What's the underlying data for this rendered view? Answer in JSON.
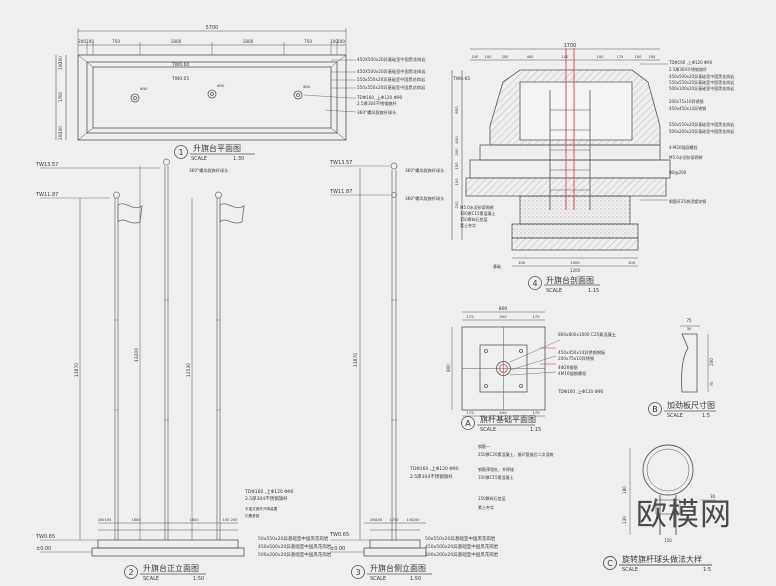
{
  "watermark": "欧模网",
  "colors": {
    "paper": "#efefef",
    "line": "#565656",
    "pole": "#7a7a7a",
    "accent": "#e05050",
    "hatch": "#9a9a9a"
  },
  "plan": {
    "title": "升旗台平面图",
    "num": "1",
    "scale_label": "SCALE",
    "scale": "1:30",
    "dims_top_outer": "5700",
    "dims_top_inner": [
      "200",
      "100",
      "750",
      "1800",
      "1800",
      "750",
      "100",
      "200"
    ],
    "dims_left": [
      "200",
      "100",
      "1700",
      "100",
      "200"
    ],
    "levels": [
      "TW0.60",
      "TW0.65"
    ],
    "circle_labels": [
      "Φ50",
      "Φ50",
      "Φ50"
    ],
    "notes": [
      "450X500x20异基础室中国黑花岗岩",
      "450X500x20异基础室中国黑花岗岩",
      "550x550x20异基础室中国黑花岗岩",
      "550x550x20异基础室中国黑花岗岩",
      "TDΦ160 ,上Φ120 Φ90",
      "2.5厚304不锈钢旗杆",
      "360°螺风叙旗杆球头"
    ]
  },
  "section": {
    "title": "升旗台剖面图",
    "num": "4",
    "scale_label": "SCALE",
    "scale": "1:15",
    "dims_top": "1700",
    "dims_top_sub": [
      "100",
      "100",
      "200",
      "400",
      "100",
      "100",
      "175",
      "100",
      "100"
    ],
    "left_dims": [
      "650",
      "400",
      "200",
      "150",
      "100",
      "200"
    ],
    "level": "TW0.65",
    "bottom_dims": [
      "100",
      "1000",
      "100"
    ],
    "bottom_total": "1200",
    "callouts_right": [
      "TDΦ160 ,上Φ120 Φ90",
      "2.5厚304不锈钢旗杆",
      "450x500x20异基础室中国黑花岗岩",
      "550x550x20异基础室中国黑花岗岩",
      "500x100x20异基础室中国黑花岗岩",
      "200x75x10异锈钢",
      "450x450x14异锈钢",
      "550x550x20异基础室中国黑花岗岩",
      "500x200x20异基础室中国黑花岗岩",
      "4-M20锚固螺栓",
      "M5.0水泥砂浆砌砖",
      "Φ8@200",
      "钢筋杆25热浸镀锌钢"
    ],
    "callouts_left": [
      "M5.0水泥砂浆砌砖",
      "100厚C15素混凝土",
      "150厚碎石垫层",
      "素土夯实"
    ],
    "foot_label": "基础"
  },
  "foundation": {
    "title": "旗杆基础平面图",
    "num": "A",
    "scale_label": "SCALE",
    "scale": "1:15",
    "dims_top": "800",
    "dims_top_sub": [
      "175",
      "450",
      "175"
    ],
    "dim_left": "800",
    "dims_bottom": [
      "175",
      "450",
      "175"
    ],
    "notes": [
      "800x800x1000 C25素混凝土",
      "450x450x14异锈钢钢板",
      "200x75x10异锈钢",
      "4Φ26钢筋",
      "4M16锚钢螺栓",
      "TDΦ160 ,上Φ120 Φ90"
    ]
  },
  "stiffener": {
    "title": "加劲板尺寸图",
    "num": "B",
    "scale_label": "SCALE",
    "scale": "1:5",
    "dims": [
      "75",
      "35",
      "200",
      "75"
    ]
  },
  "elevation": {
    "title": "升旗台正立面图",
    "num": "2",
    "scale_label": "SCALE",
    "scale": "1:50",
    "levels": [
      "TW13.57",
      "TW11.87",
      "TW0.65",
      "±0.00"
    ],
    "heights": [
      "11870",
      "13200",
      "12530"
    ],
    "callouts": [
      "360°螺风叙旗杆球头",
      "TDΦ160 ,上Φ120 Φ90",
      "2.5厚304不锈钢旗杆",
      "手摇式旗杆升降装置",
      "内置紧固",
      "50x550x20异基础室中国黑花岗岩",
      "450x500x20异基础室中国黑花岗岩",
      "500x200x20异基础室中国黑花岗岩"
    ],
    "bottom_dims": [
      "200",
      "100",
      "1800",
      "1800",
      "100",
      "200"
    ]
  },
  "side": {
    "title": "升旗台侧立面图",
    "num": "3",
    "scale_label": "SCALE",
    "scale": "1:50",
    "levels": [
      "TW13.57",
      "TW11.87",
      "TW0.65",
      "±0.00"
    ],
    "height": "11870",
    "callouts": [
      "360°螺风叙旗杆球头",
      "360°螺风叙旗杆球头",
      "TDΦ160 ,上Φ120 Φ90",
      "2.5厚304不锈钢旗杆",
      "50x550x20异基础室中国黑花岗岩",
      "450x500x20异基础室中国黑花岗岩",
      "500x200x20异基础室中国黑花岗岩"
    ],
    "bottom_dims": [
      "200",
      "100",
      "1700",
      "100",
      "200"
    ]
  },
  "notes_block": {
    "lines": [
      "钢筋一",
      "250厚C20素混凝土，循环管放后二次浇筑",
      "钢筋预埋处，并焊接",
      "100厚C15素混凝土",
      "150厚碎石垫层",
      "素土夯实"
    ]
  },
  "ball": {
    "title": "旋转旗杆球头做法大样",
    "num": "C",
    "scale_label": "SCALE",
    "scale": "1:5",
    "dims": [
      "180",
      "30",
      "130",
      "150"
    ]
  }
}
